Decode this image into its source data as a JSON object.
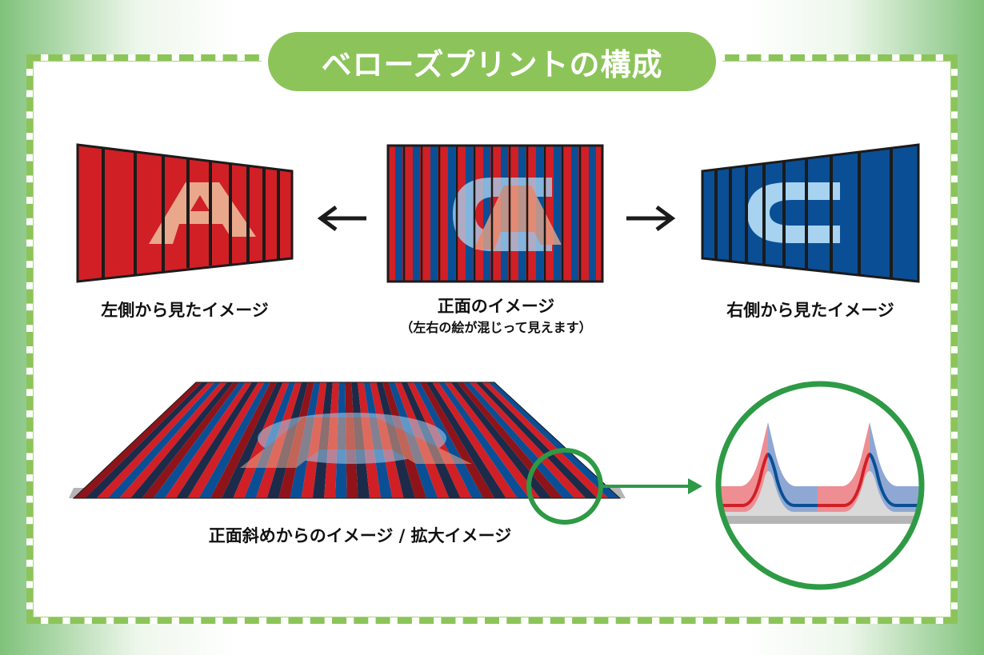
{
  "title": "ベローズプリントの構成",
  "labels": {
    "left_view": "左側から見たイメージ",
    "front_view": "正面のイメージ",
    "front_note": "（左右の絵が混じって見えます）",
    "right_view": "右側から見たイメージ",
    "oblique_view": "正面斜めからのイメージ / 拡大イメージ"
  },
  "colors": {
    "frame_green": "#8cc45a",
    "circle_green": "#2e9a45",
    "stripe_red": "#d11f26",
    "stripe_blue": "#0a4f95",
    "divider": "#1b1b1b",
    "letter_left": "#e9a88c",
    "letter_right": "#a7d2f0",
    "ridge_gray": "#d9d9d9"
  },
  "icons": [
    "left-arrow-icon",
    "right-arrow-icon",
    "zoom-arrow-icon"
  ],
  "picture_letters": {
    "left": "A",
    "right": "C"
  }
}
